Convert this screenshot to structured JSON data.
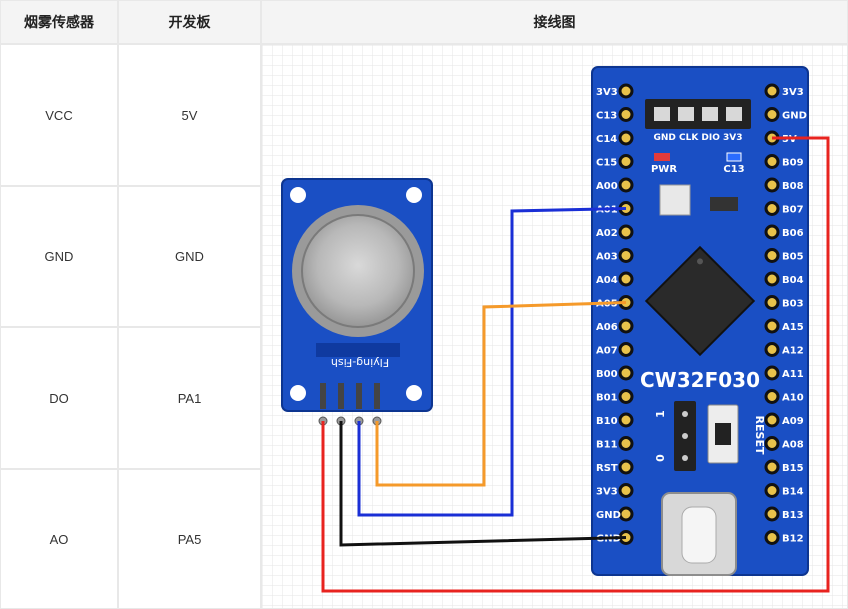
{
  "headers": [
    "烟雾传感器",
    "开发板",
    "接线图"
  ],
  "rows": [
    {
      "sensor": "VCC",
      "board": "5V"
    },
    {
      "sensor": "GND",
      "board": "GND"
    },
    {
      "sensor": "DO",
      "board": "PA1"
    },
    {
      "sensor": "AO",
      "board": "PA5"
    }
  ],
  "board": {
    "name": "CW32F030",
    "reset_label": "RESET",
    "pwr_label": "PWR",
    "c13_label": "C13",
    "header_labels": [
      "GND",
      "CLK",
      "DIO",
      "3V3"
    ],
    "jumper_labels": [
      "1",
      "0"
    ],
    "left_pins": [
      "3V3",
      "C13",
      "C14",
      "C15",
      "A00",
      "A01",
      "A02",
      "A03",
      "A04",
      "A05",
      "A06",
      "A07",
      "B00",
      "B01",
      "B10",
      "B11",
      "RST",
      "3V3",
      "GND",
      "GND"
    ],
    "right_pins": [
      "3V3",
      "GND",
      "5V",
      "B09",
      "B08",
      "B07",
      "B06",
      "B05",
      "B04",
      "B03",
      "A15",
      "A12",
      "A11",
      "A10",
      "A09",
      "A08",
      "B15",
      "B14",
      "B13",
      "B12"
    ]
  },
  "sensor_module": {
    "label": "Flying-Fish"
  },
  "wire_colors": {
    "vcc": "#e8231f",
    "gnd": "#111111",
    "do": "#1a2fd6",
    "ao": "#f59a2a",
    "pcb": "#1a4fc4"
  }
}
